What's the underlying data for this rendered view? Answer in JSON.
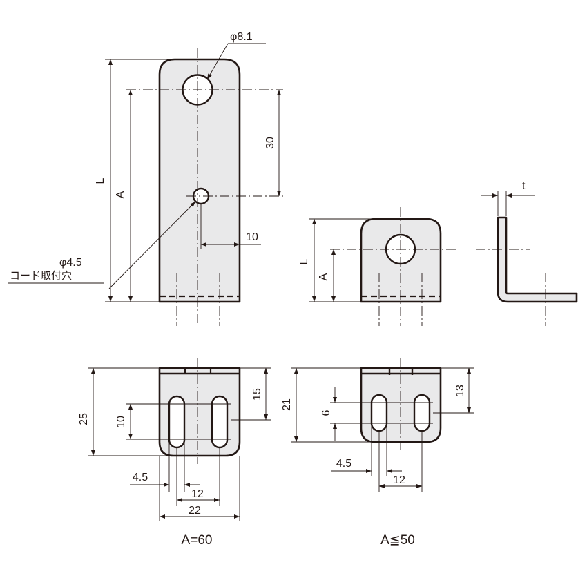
{
  "colors": {
    "line": "#231815",
    "part_fill": "#e9e9ea",
    "background": "#ffffff"
  },
  "long_bracket": {
    "front_view": {
      "dim_large_hole": "φ8.1",
      "dim_overall_length": "L",
      "dim_hole_height": "A",
      "dim_hole_spacing": "30",
      "dim_small_hole_offset": "10",
      "dim_small_hole": "φ4.5",
      "small_hole_note": "コード取付穴"
    },
    "bottom_view": {
      "dim_depth": "25",
      "dim_slot_length": "10",
      "dim_slot_position": "15",
      "dim_slot_width": "4.5",
      "dim_slot_pitch": "12",
      "dim_width": "22"
    },
    "caption": "A=60"
  },
  "short_bracket": {
    "front_view": {
      "dim_overall_length": "L",
      "dim_hole_height": "A"
    },
    "bottom_view": {
      "dim_depth": "21",
      "dim_slot_length": "6",
      "dim_slot_position": "13",
      "dim_slot_width": "4.5",
      "dim_slot_pitch": "12"
    },
    "caption": "A≦50"
  },
  "side_view": {
    "dim_thickness": "t"
  }
}
